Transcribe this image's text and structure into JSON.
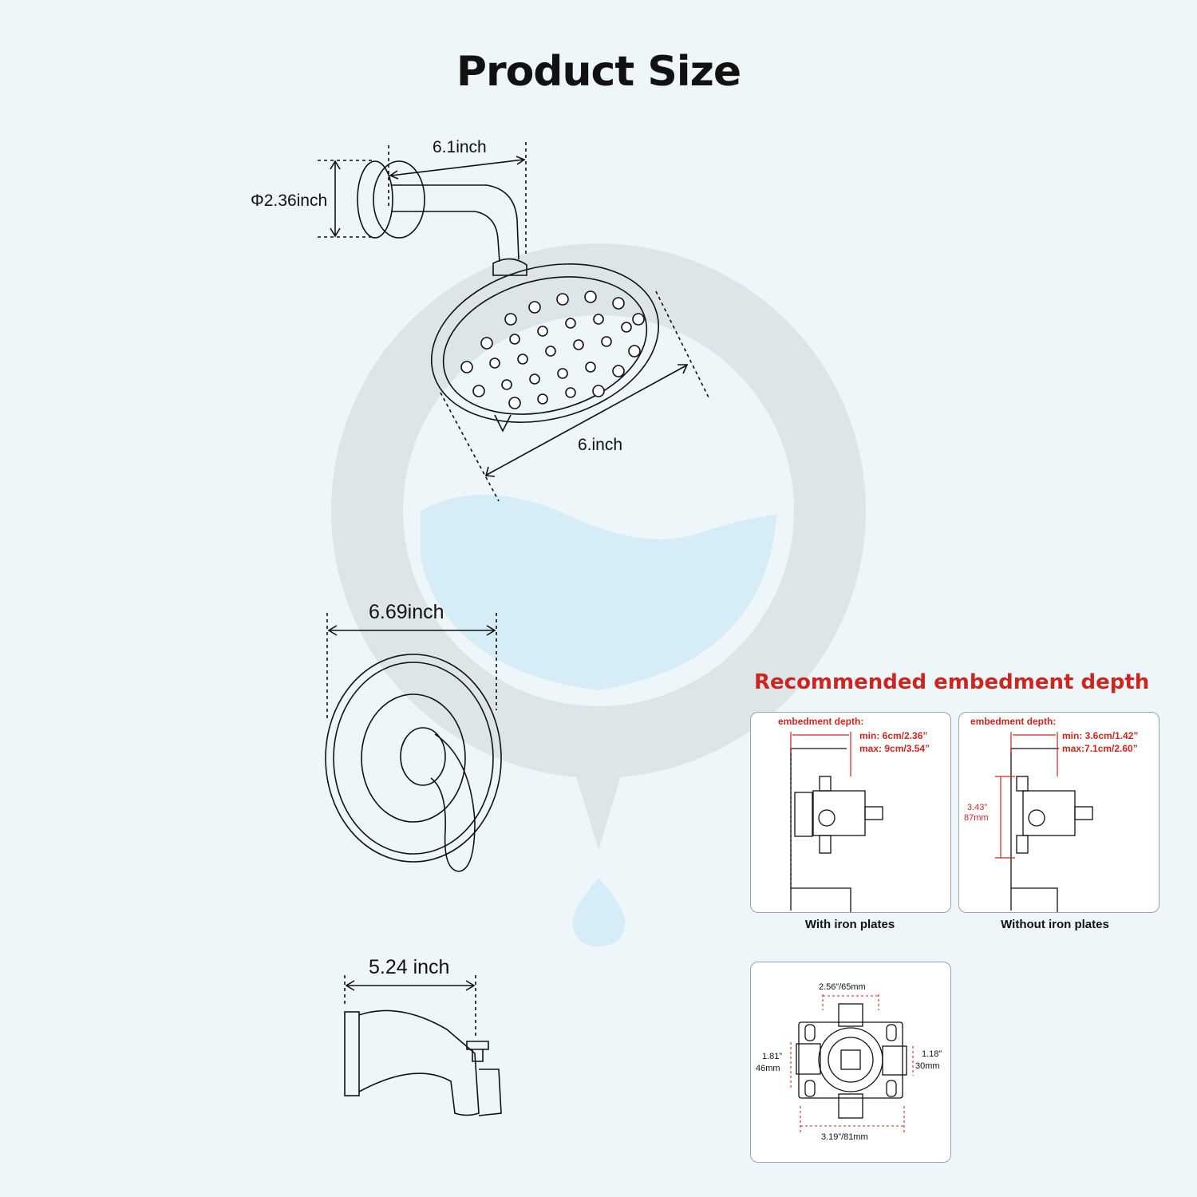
{
  "page": {
    "title": "Product Size",
    "colors": {
      "background": "#eef6fa",
      "accent_red": "#c9271f",
      "line": "#111111"
    }
  },
  "shower_arm": {
    "flange_diameter": "Φ2.36inch",
    "arm_length": "6.1inch"
  },
  "shower_head": {
    "diameter": "6.inch"
  },
  "valve_trim": {
    "width": "6.69inch"
  },
  "tub_spout": {
    "length": "5.24 inch"
  },
  "embedment": {
    "heading": "Recommended embedment depth",
    "with_plates": {
      "depth_label": "embedment depth:",
      "min": "min: 6cm/2.36”",
      "max": "max: 9cm/3.54”",
      "caption": "With iron plates"
    },
    "without_plates": {
      "depth_label": "embedment depth:",
      "min": "min: 3.6cm/1.42”",
      "max": "max:7.1cm/2.60”",
      "height_in": "3.43”",
      "height_mm": "87mm",
      "caption": "Without iron plates"
    }
  },
  "valve_body": {
    "top_width": "2.56”/65mm",
    "bottom_width": "3.19”/81mm",
    "left_in": "1.81”",
    "left_mm": "46mm",
    "right_in": "1.18”",
    "right_mm": "30mm"
  }
}
